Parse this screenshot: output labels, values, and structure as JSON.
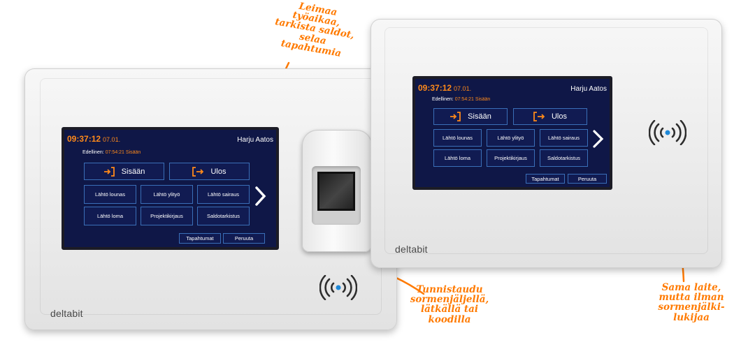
{
  "annotations": {
    "stamp_hint": "Leimaa työaikaa, tarkista saldot, selaa tapahtumia",
    "identify_hint": "Tunnistaudu sormenjäljellä, lätkällä tai koodilla",
    "same_device_hint": "Sama laite, mutta ilman sormenjälki- lukijaa"
  },
  "terminal": {
    "time": "09:37:12",
    "date": "07.01.",
    "user": "Harju Aatos",
    "previous_label": "Edellinen:",
    "previous_time": "07:54:21",
    "previous_action": "Sisään",
    "btn_in": "Sisään",
    "btn_out": "Ulos",
    "btn_lunch": "Lähtö lounas",
    "btn_overtime": "Lähtö ylityö",
    "btn_sick": "Lähtö sairaus",
    "btn_holiday": "Lähtö loma",
    "btn_project": "Projektikirjaus",
    "btn_balance": "Saldotarkistus",
    "btn_events": "Tapahtumat",
    "btn_cancel": "Peruuta"
  },
  "brand": "deltabit",
  "colors": {
    "accent": "#ff8a1a",
    "screen_bg": "#0f1747",
    "button_border": "#3a6fb8",
    "annotation": "#ff7a00"
  },
  "icons": [
    "login-icon",
    "logout-icon",
    "chevron-right-icon",
    "rfid-reader-icon",
    "fingerprint-reader"
  ]
}
